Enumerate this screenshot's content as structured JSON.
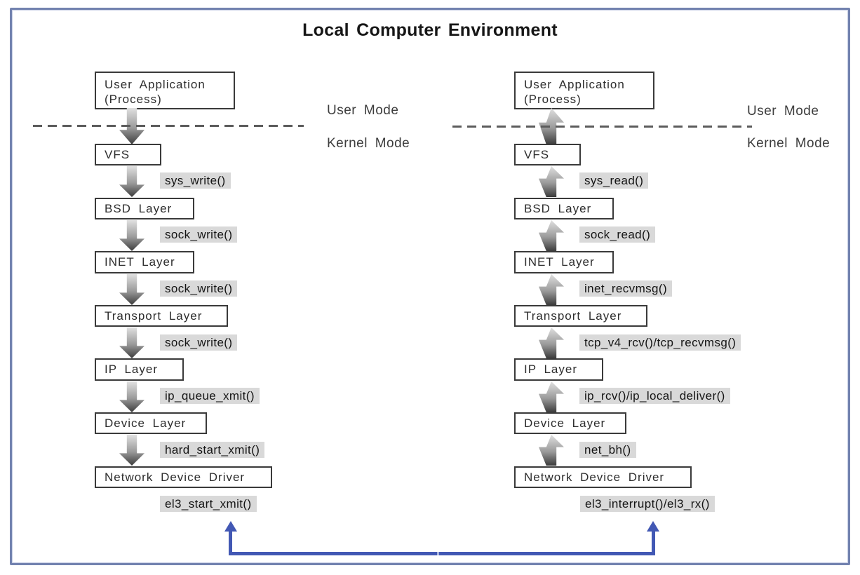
{
  "title": "Local Computer Environment",
  "modes": {
    "user": "User Mode",
    "kernel": "Kernel Mode"
  },
  "send": {
    "app": [
      "User Application",
      "(Process)"
    ],
    "layers": [
      "VFS",
      "BSD Layer",
      "INET Layer",
      "Transport Layer",
      "IP Layer",
      "Device Layer",
      "Network Device Driver"
    ],
    "functions": [
      "sys_write()",
      "sock_write()",
      "sock_write()",
      "sock_write()",
      "ip_queue_xmit()",
      "hard_start_xmit()",
      "el3_start_xmit()"
    ]
  },
  "receive": {
    "app": [
      "User Application",
      "(Process)"
    ],
    "layers": [
      "VFS",
      "BSD Layer",
      "INET Layer",
      "Transport Layer",
      "IP Layer",
      "Device Layer",
      "Network Device Driver"
    ],
    "functions": [
      "sys_read()",
      "sock_read()",
      "inet_recvmsg()",
      "tcp_v4_rcv()/tcp_recvmsg()",
      "ip_rcv()/ip_local_deliver()",
      "net_bh()",
      "el3_interrupt()/el3_rx()"
    ]
  },
  "colors": {
    "connector_blue": "#4258b4",
    "frame_border": "#7282af",
    "function_label_bg": "#d9d9d9",
    "box_border": "#3a3a3a",
    "arrow_gradient_top": "#e0e0e0",
    "arrow_gradient_bottom": "#3c3c3c"
  }
}
